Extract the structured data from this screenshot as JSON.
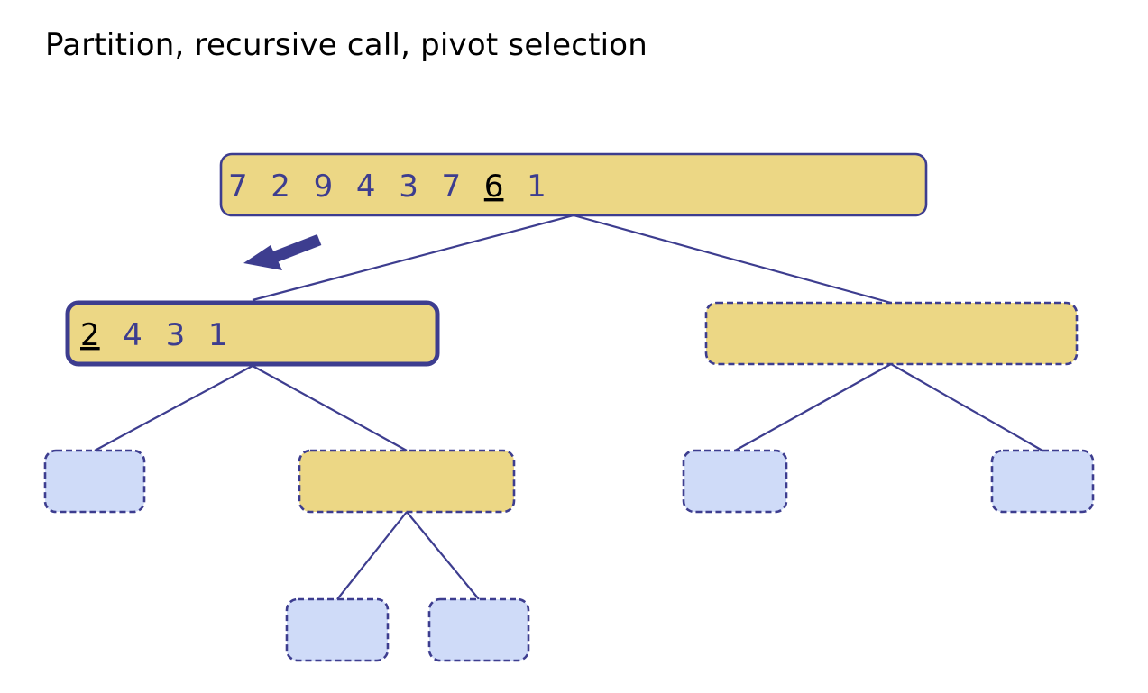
{
  "title": "Partition, recursive call, pivot selection",
  "colors": {
    "active_fill": "#ecd785",
    "leaf_fill": "#cfdbf8",
    "stroke": "#3d3d8f",
    "pivot_text": "#000000",
    "background": "#ffffff"
  },
  "nodes": {
    "root": {
      "state": "solid",
      "sequence": [
        "7",
        "2",
        "9",
        "4",
        "3",
        "7",
        "6",
        "1"
      ],
      "pivot_index": 6
    },
    "left": {
      "state": "solid-bold",
      "current": true,
      "sequence": [
        "2",
        "4",
        "3",
        "1"
      ],
      "pivot_index": 0
    },
    "right": {
      "state": "dashed",
      "sequence": []
    },
    "left_left": {
      "state": "dashed-leaf",
      "sequence": []
    },
    "left_right": {
      "state": "dashed",
      "sequence": []
    },
    "left_right_left": {
      "state": "dashed-leaf",
      "sequence": []
    },
    "left_right_right": {
      "state": "dashed-leaf",
      "sequence": []
    },
    "right_left": {
      "state": "dashed-leaf",
      "sequence": []
    },
    "right_right": {
      "state": "dashed-leaf",
      "sequence": []
    }
  },
  "edges": [
    [
      "root",
      "left"
    ],
    [
      "root",
      "right"
    ],
    [
      "left",
      "left_left"
    ],
    [
      "left",
      "left_right"
    ],
    [
      "left_right",
      "left_right_left"
    ],
    [
      "left_right",
      "left_right_right"
    ],
    [
      "right",
      "right_left"
    ],
    [
      "right",
      "right_right"
    ]
  ],
  "arrow": {
    "icon": "arrow-left-down-icon",
    "points_to": "left"
  }
}
